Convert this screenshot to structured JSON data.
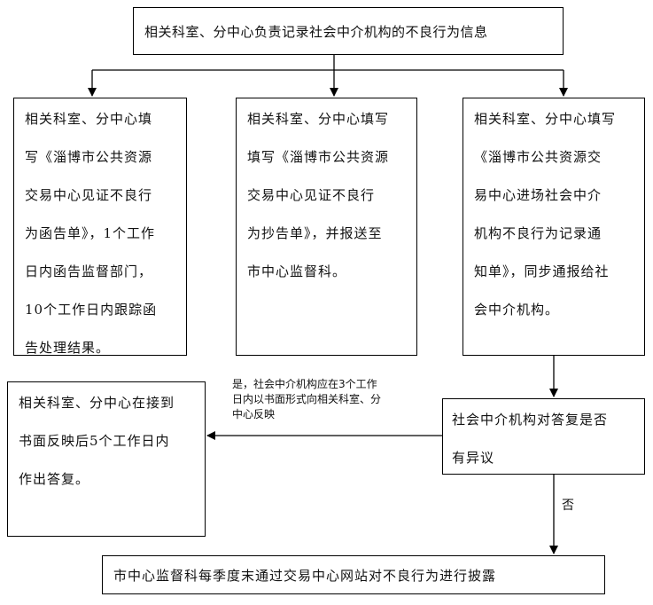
{
  "diagram": {
    "top_box": "相关科室、分中心负责记录社会中介机构的不良行为信息",
    "box_left": "相关科室、分中心填\n写《淄博市公共资源\n交易中心见证不良行\n为函告单》，1个工作\n日内函告监督部门，\n10个工作日内跟踪函\n告处理结果。",
    "box_middle": "相关科室、分中心填写\n填写《淄博市公共资源\n交易中心见证不良行\n为抄告单》，并报送至\n市中心监督科。",
    "box_right": "相关科室、分中心填写\n《淄博市公共资源交\n易中心进场社会中介\n机构不良行为记录通\n知单》，同步通报给社\n会中介机构。",
    "box_reply": "相关科室、分中心在接到\n书面反映后5个工作日内\n作出答复。",
    "box_objection": "社会中介机构对答复是否\n有异议",
    "box_bottom": "市中心监督科每季度末通过交易中心网站对不良行为进行披露",
    "label_yes": "是，社会中介机构应在3个工作\n日内以书面形式向相关科室、分\n中心反映",
    "label_no": "否"
  }
}
